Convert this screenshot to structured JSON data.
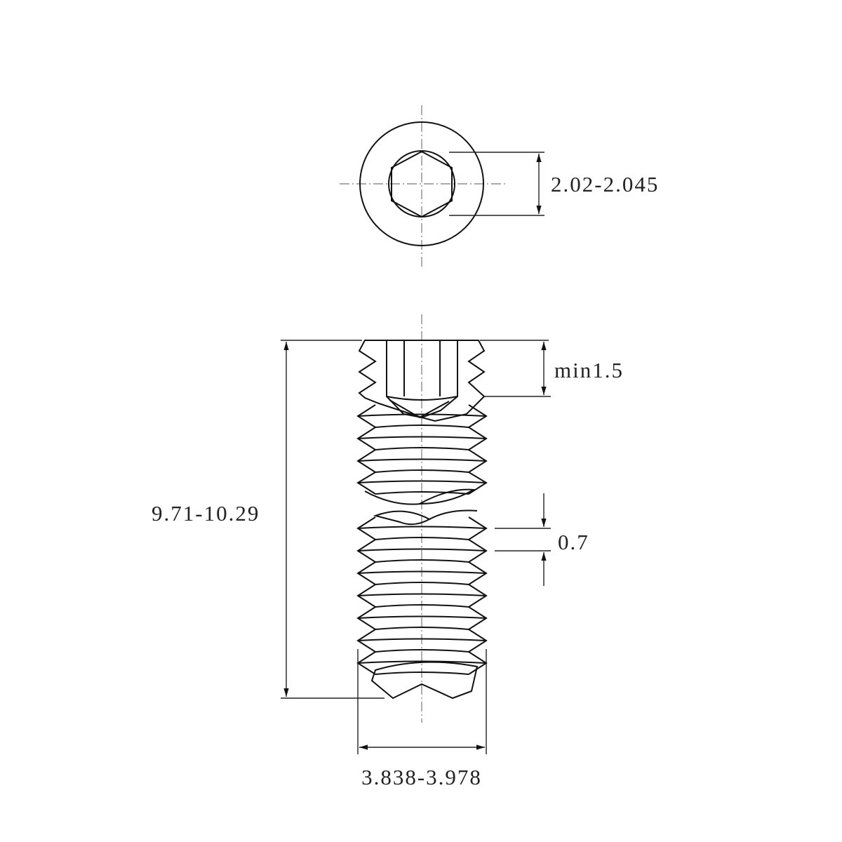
{
  "labels": {
    "hex_socket_size": "2.02-2.045",
    "socket_depth": "min1.5",
    "overall_length": "9.71-10.29",
    "thread_pitch": "0.7",
    "major_diameter": "3.838-3.978"
  }
}
